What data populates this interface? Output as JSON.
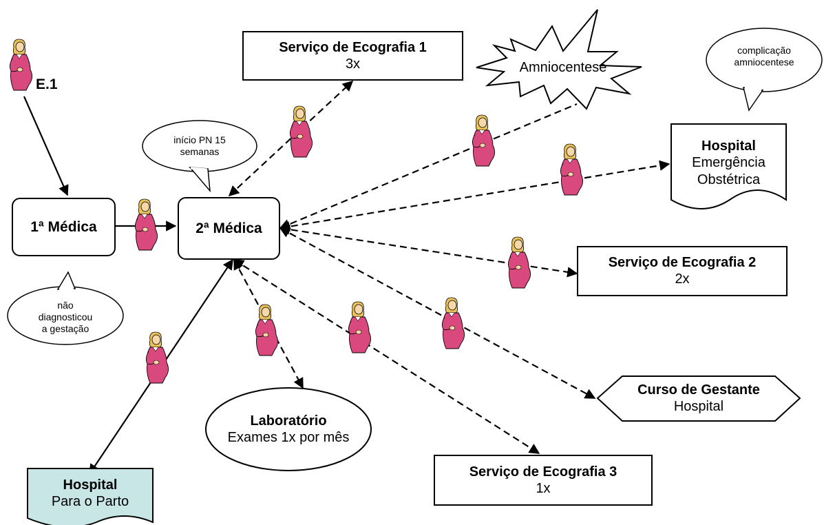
{
  "colors": {
    "ink": "#000000",
    "hospital_parto_fill": "#c8e6e6",
    "woman_dress": "#d9497e",
    "woman_skin": "#f5d7a8",
    "woman_hair": "#e8c15a"
  },
  "nodes": {
    "e1": {
      "label": "E.1"
    },
    "medica1": {
      "label": "1ª Médica"
    },
    "medica2": {
      "label": "2ª Médica"
    },
    "eco1": {
      "title": "Serviço de Ecografia 1",
      "sub": "3x"
    },
    "eco2": {
      "title": "Serviço de Ecografia 2",
      "sub": "2x"
    },
    "eco3": {
      "title": "Serviço de Ecografia 3",
      "sub": "1x"
    },
    "amnio": {
      "label": "Amniocentese"
    },
    "hosp_emerg": {
      "title": "Hospital",
      "line1": "Emergência",
      "line2": "Obstétrica"
    },
    "curso": {
      "title": "Curso de Gestante",
      "sub": "Hospital"
    },
    "lab": {
      "title": "Laboratório",
      "sub": "Exames 1x por mês"
    },
    "hosp_parto": {
      "title": "Hospital",
      "sub": "Para o Parto"
    }
  },
  "callouts": {
    "inicio": {
      "line1": "início PN 15",
      "line2": "semanas"
    },
    "complicacao": {
      "line1": "complicação",
      "line2": "amniocentese"
    },
    "nao_diag": {
      "line1": "não",
      "line2": "diagnosticou",
      "line3": "a gestação"
    }
  },
  "icons": {
    "figure": "pregnant-woman-icon"
  }
}
